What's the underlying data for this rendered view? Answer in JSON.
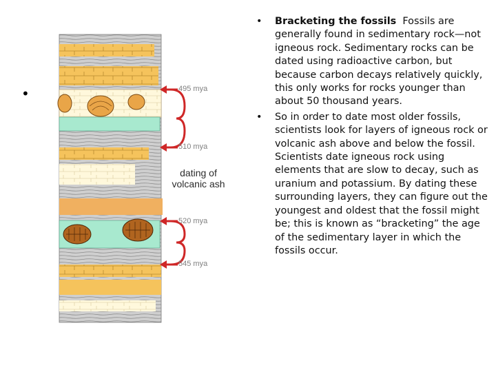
{
  "slide": {
    "figure": {
      "labels": {
        "mya_495": "495 mya",
        "mya_510": "510 mya",
        "mya_520": "520 mya",
        "mya_545": "545 mya",
        "ash_line1": "dating of",
        "ash_line2": "volcanic ash"
      }
    },
    "bullets": [
      {
        "title": "Bracketing the fossils",
        "text": "Fossils are generally found in sedimentary rock—not igneous rock. Sedimentary rocks can be dated using radioactive carbon, but because carbon decays relatively quickly, this only works for rocks younger than about 50 thousand years."
      },
      {
        "title": "",
        "text": "So in order to date most older fossils, scientists look for layers of igneous rock or volcanic ash above and below the fossil. Scientists date igneous rock using elements that are slow to decay, such as uranium and potassium. By dating these surrounding layers, they can figure out the youngest and oldest that the fossil might be; this is known as “bracketing” the age of the sedimentary layer in which the fossils occur."
      }
    ],
    "colors": {
      "sandstone": "#f5c35c",
      "shale": "#c9c9c9",
      "ash_layer": "#a8e9cf",
      "arrow": "#cf2727",
      "rust": "#e0944a"
    }
  }
}
